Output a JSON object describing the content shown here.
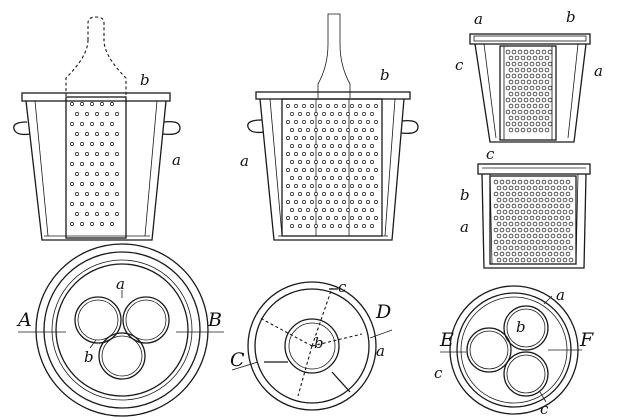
{
  "labels": {
    "a": "a",
    "b": "b",
    "c": "c",
    "A": "A",
    "B": "B",
    "C": "C",
    "D": "D",
    "E": "E",
    "F": "F"
  },
  "icons": [
    "wine-bottle-icon",
    "perforated-basket-icon",
    "pail-icon"
  ]
}
